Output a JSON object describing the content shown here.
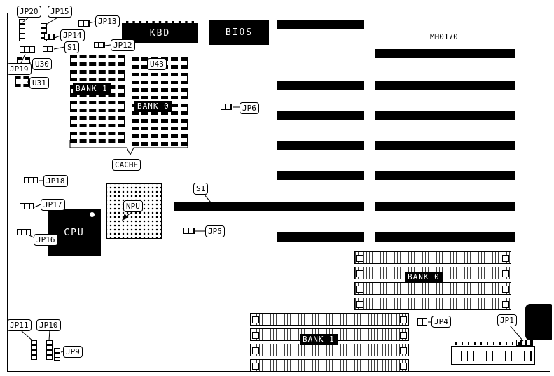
{
  "board": {
    "part_number": "MH0170"
  },
  "chips": {
    "kbd": "KBD",
    "bios": "BIOS",
    "cpu": "CPU",
    "npu": "NPU"
  },
  "memory": {
    "cache": "CACHE",
    "sram_bank1": "BANK 1",
    "sram_bank0": "BANK 0",
    "simm_bank0": "BANK 0",
    "simm_bank1": "BANK 1"
  },
  "ics": {
    "u30": "U30",
    "u31": "U31",
    "u43": "U43"
  },
  "jumpers": {
    "jp1": "JP1",
    "jp4": "JP4",
    "jp5": "JP5",
    "jp6": "JP6",
    "jp9": "JP9",
    "jp10": "JP10",
    "jp11": "JP11",
    "jp12": "JP12",
    "jp13": "JP13",
    "jp14": "JP14",
    "jp15": "JP15",
    "jp16": "JP16",
    "jp17": "JP17",
    "jp18": "JP18",
    "jp19": "JP19",
    "jp20": "JP20"
  },
  "switches": {
    "s1_header": "S1",
    "s1_slot": "S1"
  }
}
